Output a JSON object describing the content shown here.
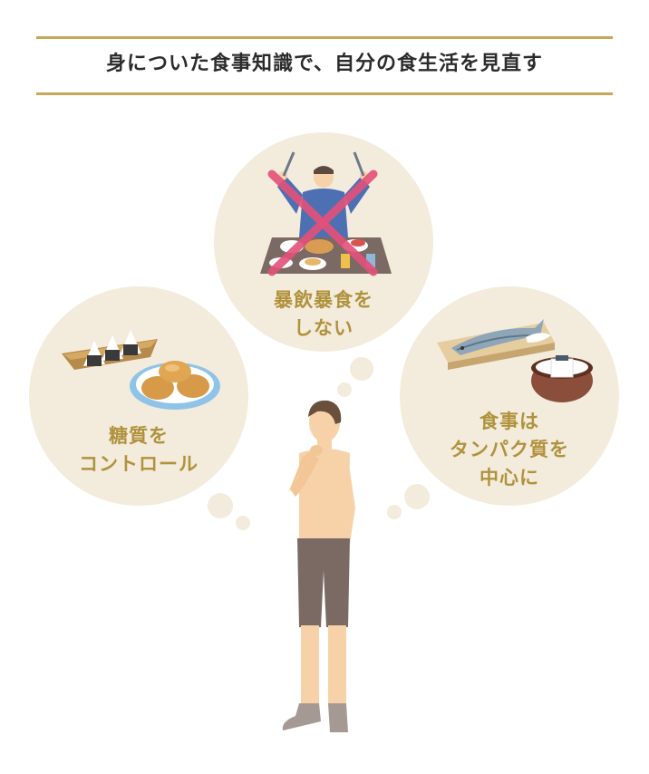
{
  "header": {
    "title": "身についた食事知識で、自分の食生活を見直す"
  },
  "bubbles": {
    "top": {
      "line1": "暴飲暴食を",
      "line2": "しない",
      "icon": "binge-eating-crossed-icon"
    },
    "left": {
      "line1": "糖質を",
      "line2": "コントロール",
      "icon": "rice-balls-and-bread-icon"
    },
    "right": {
      "line1": "食事は",
      "line2": "タンパク質を",
      "line3": "中心に",
      "icon": "grilled-fish-and-tofu-icon"
    }
  },
  "colors": {
    "accent_gold": "#c7a75a",
    "bubble_bg": "#f3ecdc",
    "label_text": "#b0923d",
    "cross_mark": "#e4507a",
    "skin": "#f7d2a8",
    "shorts": "#7b6a63"
  }
}
